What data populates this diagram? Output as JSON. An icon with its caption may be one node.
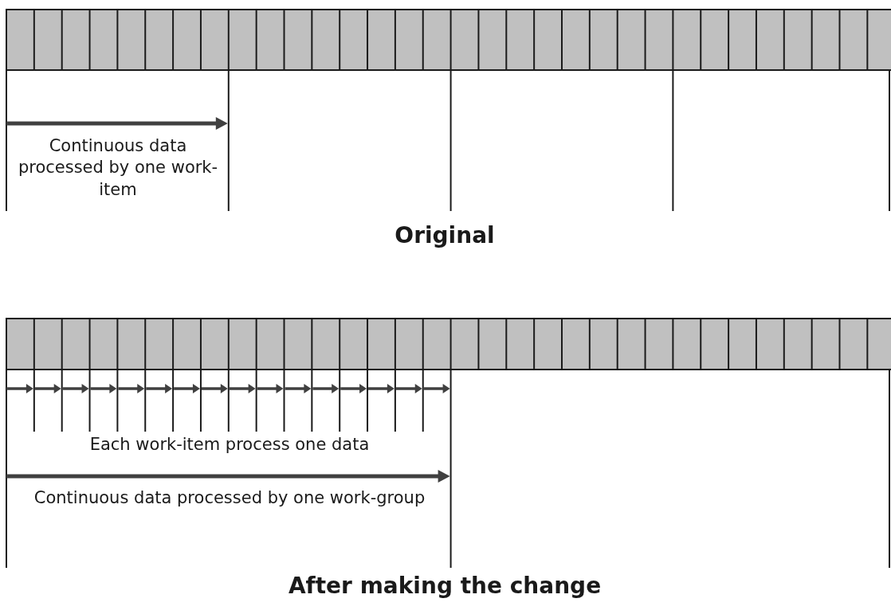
{
  "diagram": {
    "labels": [
      "Continuous data processed by one work-item",
      "Original",
      "Each work-item process one data",
      "Continuous data processed by one work-group",
      "After making the change"
    ]
  }
}
